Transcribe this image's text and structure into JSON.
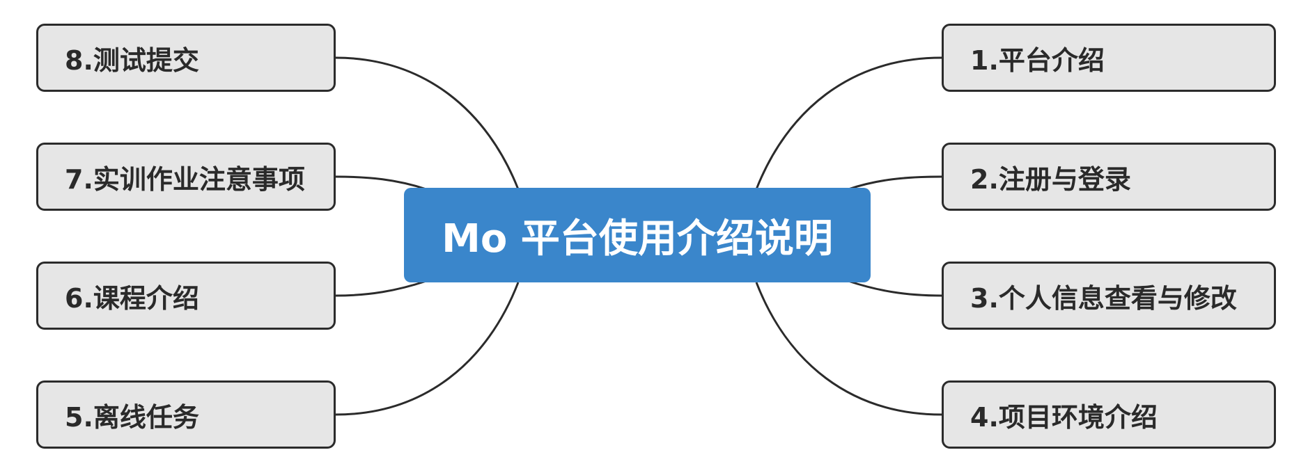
{
  "center": {
    "label": "Mo 平台使用介绍说明"
  },
  "colors": {
    "center_fill": "#3a86cb",
    "topic_fill": "#e6e6e6",
    "border": "#2b2b2b"
  },
  "right_topics": [
    {
      "label": "1.平台介绍"
    },
    {
      "label": "2.注册与登录"
    },
    {
      "label": "3.个人信息查看与修改"
    },
    {
      "label": "4.项目环境介绍"
    }
  ],
  "left_topics": [
    {
      "label": "8.测试提交"
    },
    {
      "label": "7.实训作业注意事项"
    },
    {
      "label": "6.课程介绍"
    },
    {
      "label": "5.离线任务"
    }
  ]
}
